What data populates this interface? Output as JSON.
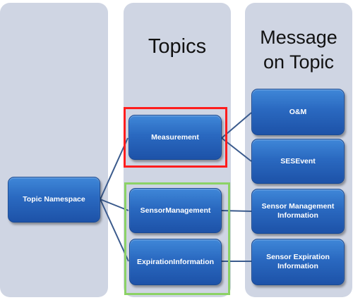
{
  "columns": {
    "left": {
      "title": ""
    },
    "middle": {
      "title": "Topics"
    },
    "right": {
      "title_line1": "Message",
      "title_line2": "on Topic"
    }
  },
  "nodes": {
    "namespace": "Topic Namespace",
    "measurement": "Measurement",
    "sensor_management": "SensorManagement",
    "expiration_information": "ExpirationInformation",
    "om": "O&M",
    "ses_event": "SESEvent",
    "sensor_management_information_line1": "Sensor Management",
    "sensor_management_information_line2": "Information",
    "sensor_expiration_information_line1": "Sensor Expiration",
    "sensor_expiration_information_line2": "Information"
  },
  "colors": {
    "column_background": "#cfd5e3",
    "node_fill": "#2a69c0",
    "connector": "#3a5a8c",
    "highlight_red": "#ff1d1d",
    "highlight_green": "#8cd266"
  }
}
